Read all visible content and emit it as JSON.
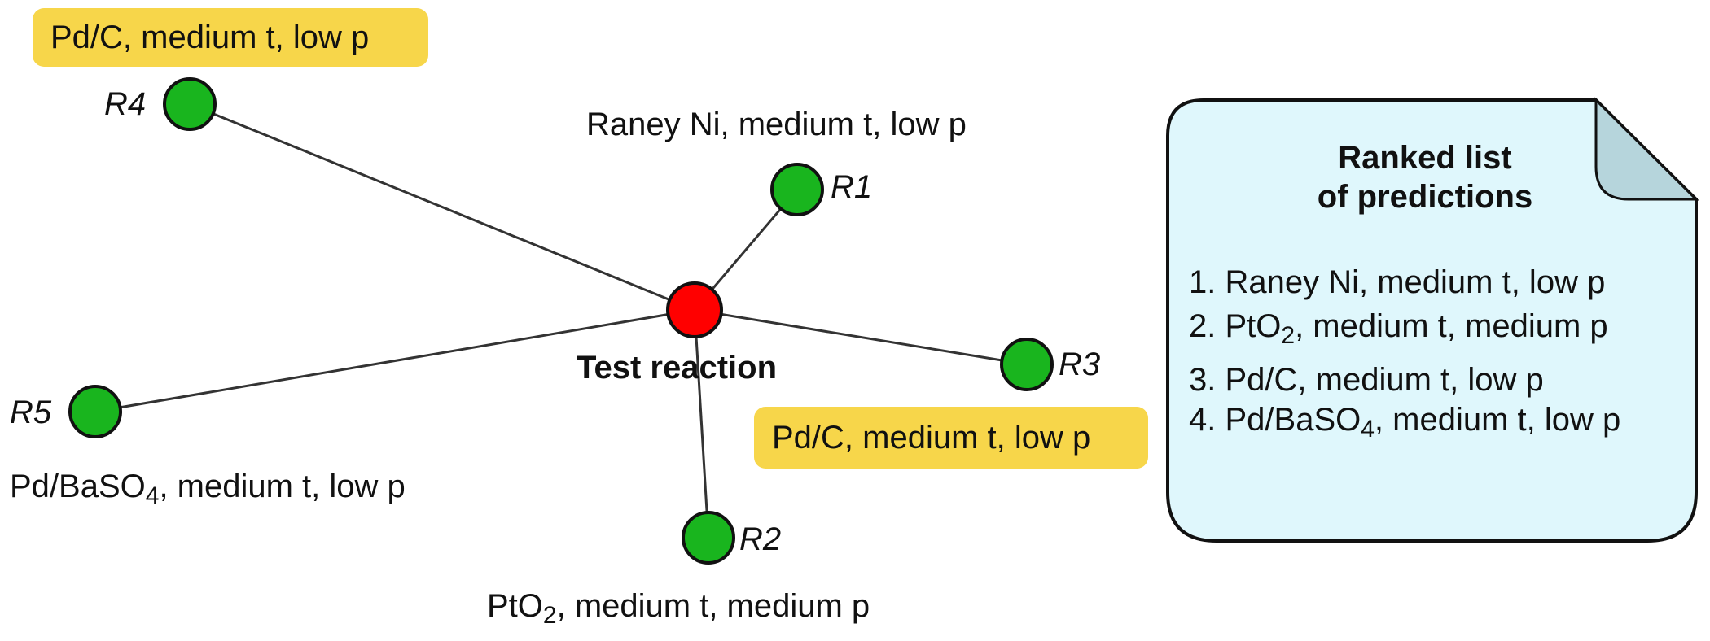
{
  "nodes": {
    "test": {
      "label": "Test reaction",
      "color": "#ff0000"
    },
    "r1": {
      "label": "R1",
      "condition": "Raney Ni, medium t, low p",
      "color": "#19b51e"
    },
    "r2": {
      "label": "R2",
      "condition_pre": "PtO",
      "condition_sub": "2",
      "condition_post": ", medium t, medium p",
      "color": "#19b51e"
    },
    "r3": {
      "label": "R3",
      "condition": "Pd/C, medium t, low p",
      "color": "#19b51e"
    },
    "r4": {
      "label": "R4",
      "condition": "Pd/C, medium t, low p",
      "color": "#19b51e"
    },
    "r5": {
      "label": "R5",
      "condition_pre": "Pd/BaSO",
      "condition_sub": "4",
      "condition_post": ", medium t, low p",
      "color": "#19b51e"
    }
  },
  "highlight_color": "#f7d64a",
  "ranked_list": {
    "title_line1": "Ranked list",
    "title_line2": "of predictions",
    "card_color": "#dff7fc",
    "items": [
      {
        "text": "1. Raney Ni, medium t, low p"
      },
      {
        "pre": "2. PtO",
        "sub": "2",
        "post": ", medium t, medium p"
      },
      {
        "text": "3. Pd/C, medium t, low p"
      },
      {
        "pre": "4. Pd/BaSO",
        "sub": "4",
        "post": ", medium t, low p"
      }
    ]
  }
}
